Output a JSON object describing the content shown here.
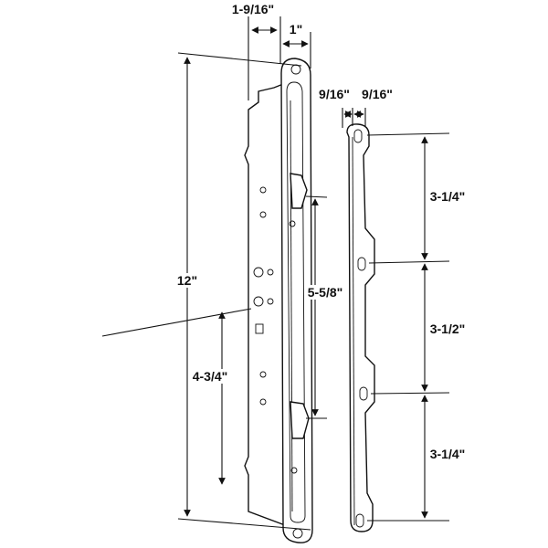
{
  "dimensions": {
    "backplate_width": "1-9/16\"",
    "faceplate_width": "1\"",
    "keeper_offset_1": "9/16\"",
    "keeper_offset_2": "9/16\"",
    "overall_length": "12\"",
    "hook_spacing": "5-5/8\"",
    "lower_hook_to_bottom": "4-3/4\"",
    "keeper_top_spacing": "3-1/4\"",
    "keeper_middle_spacing": "3-1/2\"",
    "keeper_bottom_spacing": "3-1/4\""
  }
}
